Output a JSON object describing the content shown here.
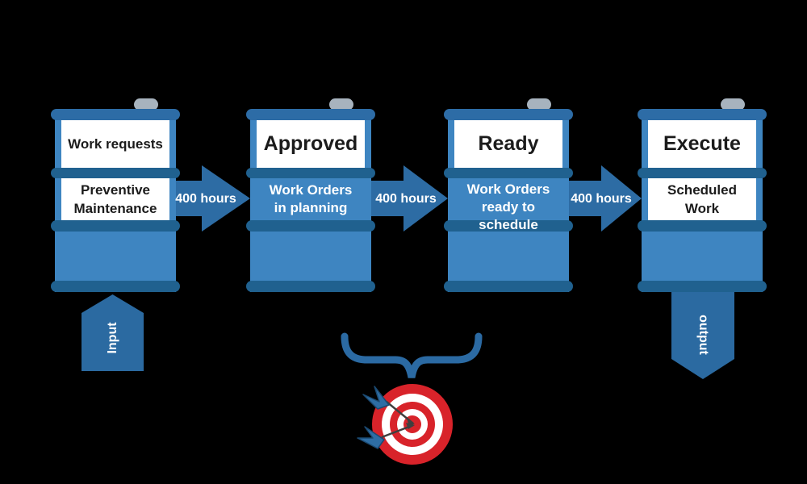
{
  "colors": {
    "bg": "#000000",
    "barrel-body": "#3E85C1",
    "hoop-top": "#2D6CA6",
    "hoop-dark": "#20618F",
    "cap": "#A7B3BE",
    "arrow": "#2D6CA4",
    "pentagon": "#2B6AA1",
    "brace": "#2B6AA3",
    "target-red": "#D8232A",
    "target-white": "#FFFFFF",
    "dart-blue": "#2E6DA4",
    "dart-outline": "#1B4A72",
    "shaft": "#3F3F3F",
    "label-bg": "#FFFFFF",
    "label-text": "#1B1B1B",
    "light-text": "#FFFFFF"
  },
  "barrels": [
    {
      "title": "Work requests",
      "lines": [
        "Preventive",
        "Maintenance"
      ]
    },
    {
      "title": "Approved",
      "lines": [
        "Work Orders",
        "in planning"
      ]
    },
    {
      "title": "Ready",
      "lines": [
        "Work Orders",
        "ready to",
        "schedule"
      ]
    },
    {
      "title": "Execute",
      "lines": [
        "Scheduled",
        "Work"
      ]
    }
  ],
  "flow_arrows": [
    {
      "label": "400 hours"
    },
    {
      "label": "400 hours"
    },
    {
      "label": "400 hours"
    }
  ],
  "input_arrow": {
    "label": "Input"
  },
  "output_arrow": {
    "label": "output"
  },
  "icons": {
    "target": "bullseye-with-darts-icon",
    "brace": "down-curly-brace",
    "cap": "barrel-cap"
  }
}
